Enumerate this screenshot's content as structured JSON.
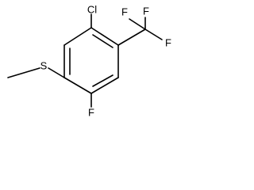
{
  "molecule": {
    "atoms": {
      "chlorine": "Cl",
      "fluorine_ring": "F",
      "sulfur": "S",
      "cf3_f_top": "F",
      "cf3_f_right": "F",
      "cf3_f_bottom": "F"
    }
  }
}
